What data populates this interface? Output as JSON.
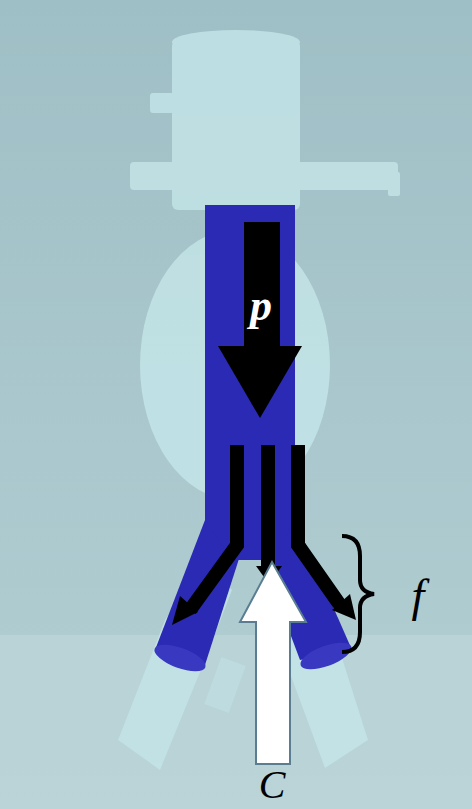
{
  "diagram": {
    "labels": [
      "p",
      "f",
      "C"
    ]
  }
}
